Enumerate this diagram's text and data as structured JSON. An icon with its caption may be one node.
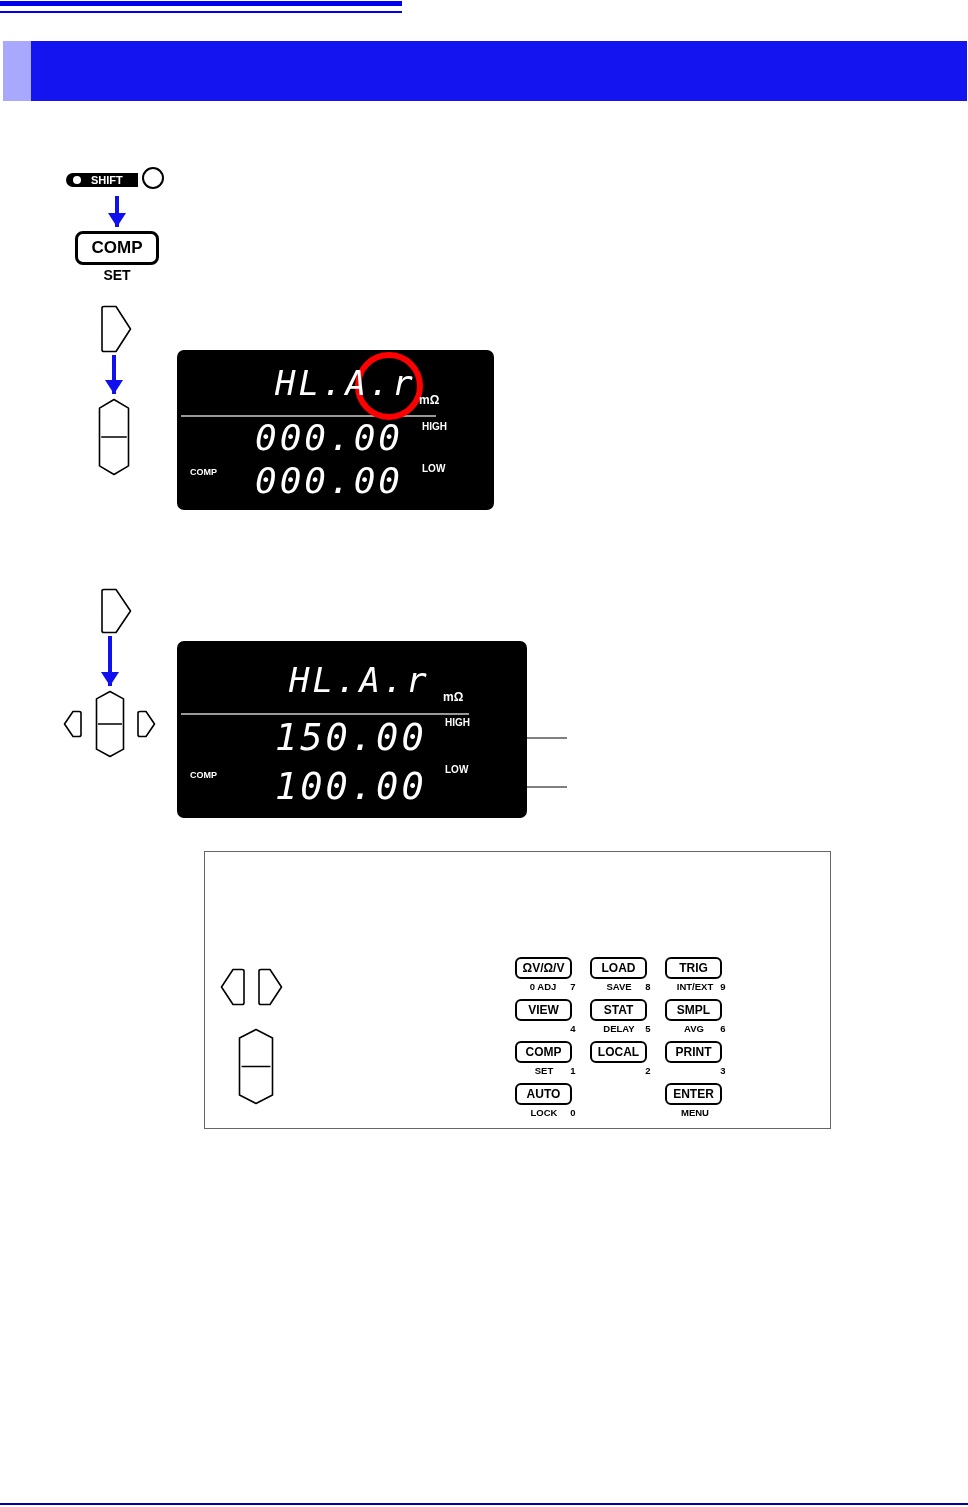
{
  "diagram": {
    "nodes": [
      {
        "text": [
          "SHIFT"
        ]
      },
      {
        "text": [
          "COMP",
          "SET"
        ]
      },
      {
        "text": [],
        "shape": "button"
      },
      {
        "text": [],
        "shape": "button"
      },
      {
        "text": [
          "HL.A.r",
          "mΩ",
          "000.00",
          "HIGH",
          "COMP",
          "000.00",
          "LOW"
        ]
      },
      {
        "text": [],
        "shape": "button"
      },
      {
        "text": [
          "HL.A.r",
          "mΩ",
          "HIGH",
          "COMP",
          "LOW"
        ]
      },
      {
        "text": [
          "150.00"
        ],
        "in": 6
      },
      {
        "text": [
          "100.00"
        ],
        "in": 6
      },
      {
        "text": [],
        "shape": "button"
      },
      {
        "text": [],
        "shape": "button"
      },
      {
        "text": [],
        "shape": "button"
      },
      {
        "text": [],
        "shape": "box"
      },
      {
        "text": [],
        "shape": "button",
        "in": 12
      },
      {
        "text": [],
        "shape": "button",
        "in": 12
      },
      {
        "text": [],
        "shape": "button",
        "in": 12
      },
      {
        "text": [
          "ΩV/Ω/V",
          "0 ADJ",
          "7"
        ],
        "in": 12
      },
      {
        "text": [
          "LOAD",
          "SAVE",
          "8"
        ],
        "in": 12
      },
      {
        "text": [
          "TRIG",
          "INT/EXT",
          "9"
        ],
        "in": 12
      },
      {
        "text": [
          "VIEW",
          "4"
        ],
        "in": 12
      },
      {
        "text": [
          "STAT",
          "DELAY",
          "5"
        ],
        "in": 12
      },
      {
        "text": [
          "SMPL",
          "AVG",
          "6"
        ],
        "in": 12
      },
      {
        "text": [
          "COMP",
          "SET",
          "1"
        ],
        "in": 12
      },
      {
        "text": [
          "LOCAL",
          "2"
        ],
        "in": 12
      },
      {
        "text": [
          "PRINT",
          "3"
        ],
        "in": 12
      },
      {
        "text": [
          "AUTO",
          "LOCK",
          "0"
        ],
        "in": 12
      },
      {
        "text": [
          "ENTER",
          "MENU"
        ],
        "in": 12
      }
    ],
    "edges": [
      {
        "from": 0,
        "to": 1,
        "arrow": "to"
      },
      {
        "from": 2,
        "to": 3,
        "arrow": "to"
      },
      {
        "from": 5,
        "to": 10,
        "arrow": "to"
      },
      {
        "from": 7,
        "to": null,
        "arrow": "none",
        "color": "#000000"
      },
      {
        "from": 8,
        "to": null,
        "arrow": "none",
        "color": "#000000"
      }
    ]
  }
}
